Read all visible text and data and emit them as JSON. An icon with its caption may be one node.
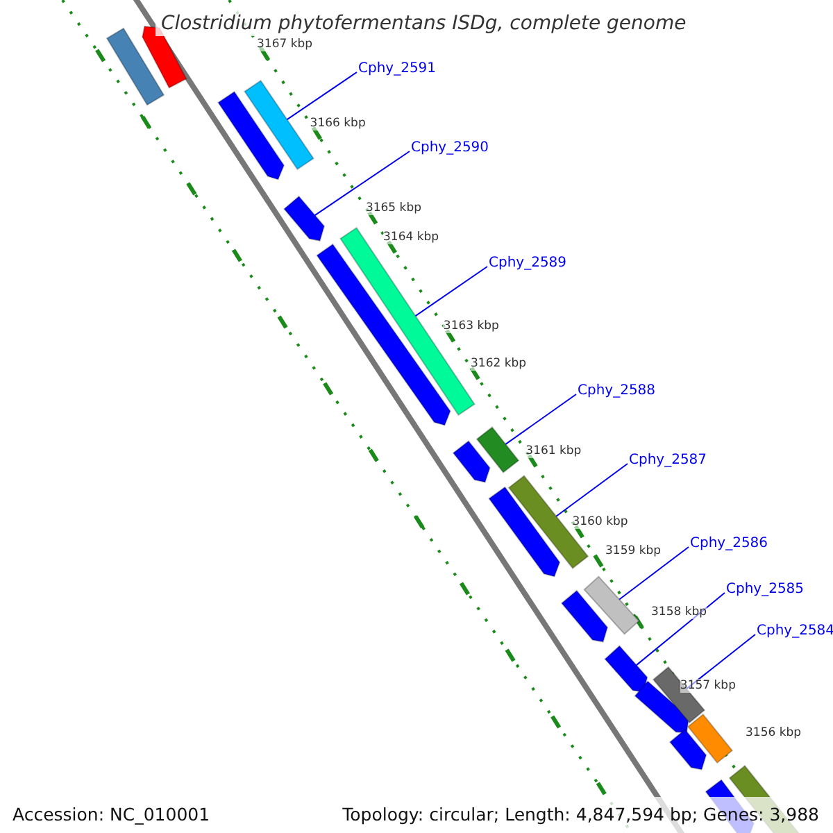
{
  "diagram": {
    "title": "Clostridium phytofermentans ISDg, complete genome",
    "nodes": [
      {
        "text": [
          "Cphy_2591"
        ]
      },
      {
        "text": [
          "Cphy_2590"
        ]
      },
      {
        "text": [
          "Cphy_2589"
        ]
      },
      {
        "text": [
          "Cphy_2588"
        ]
      },
      {
        "text": [
          "Cphy_2587"
        ]
      },
      {
        "text": [
          "Cphy_2586"
        ]
      },
      {
        "text": [
          "Cphy_2585"
        ]
      },
      {
        "text": [
          "Cphy_2584"
        ]
      },
      {
        "text": [],
        "shape": "bar"
      },
      {
        "text": [],
        "shape": "pentagon"
      },
      {
        "text": [],
        "shape": "pentagon"
      },
      {
        "text": [],
        "shape": "bar"
      },
      {
        "text": [],
        "shape": "pentagon"
      },
      {
        "text": [],
        "shape": "pentagon"
      },
      {
        "text": [],
        "shape": "bar"
      },
      {
        "text": [],
        "shape": "pentagon"
      },
      {
        "text": [],
        "shape": "bar"
      },
      {
        "text": [],
        "shape": "pentagon"
      },
      {
        "text": [],
        "shape": "bar"
      },
      {
        "text": [],
        "shape": "pentagon"
      },
      {
        "text": [],
        "shape": "bar"
      },
      {
        "text": [],
        "shape": "pentagon"
      },
      {
        "text": [],
        "shape": "pentagon"
      },
      {
        "text": [],
        "shape": "bar"
      },
      {
        "text": [],
        "shape": "pentagon"
      },
      {
        "text": [],
        "shape": "bar"
      },
      {
        "text": [],
        "shape": "pentagon"
      },
      {
        "text": [],
        "shape": "bar"
      }
    ],
    "edges": [
      {
        "from": 0,
        "to": 11,
        "arrow": "none"
      },
      {
        "from": 1,
        "to": 12,
        "arrow": "none"
      },
      {
        "from": 2,
        "to": 14,
        "arrow": "none"
      },
      {
        "from": 3,
        "to": 16,
        "arrow": "none"
      },
      {
        "from": 4,
        "to": 18,
        "arrow": "none"
      },
      {
        "from": 5,
        "to": 20,
        "arrow": "none"
      },
      {
        "from": 6,
        "to": 21,
        "arrow": "none"
      },
      {
        "from": 7,
        "to": 23,
        "arrow": "none"
      }
    ],
    "labels": [
      "3167 kbp",
      "3166 kbp",
      "3165 kbp",
      "3164 kbp",
      "3163 kbp",
      "3162 kbp",
      "3161 kbp",
      "3160 kbp",
      "3159 kbp",
      "3158 kbp",
      "3157 kbp",
      "3156 kbp",
      "Accession: NC_010001",
      "Topology: circular; Length: 4,847,594 bp; Genes: 3,988"
    ]
  }
}
